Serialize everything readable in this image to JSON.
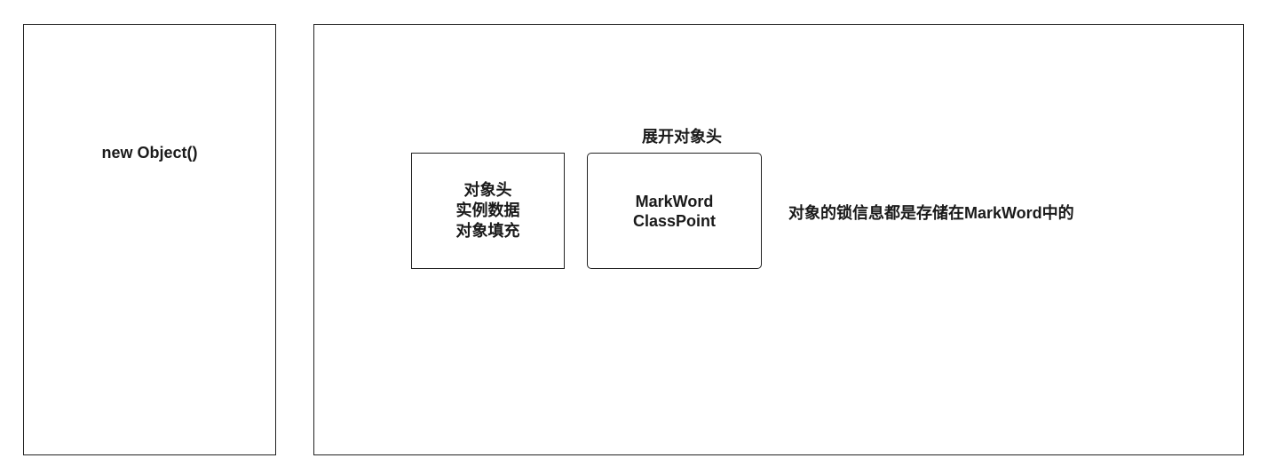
{
  "left_panel": {
    "title": "new Object()"
  },
  "right_panel": {
    "expand_title": "展开对象头",
    "object_layout": [
      "对象头",
      "实例数据",
      "对象填充"
    ],
    "header_parts": [
      "MarkWord",
      "ClassPoint"
    ],
    "note": "对象的锁信息都是存储在MarkWord中的"
  }
}
